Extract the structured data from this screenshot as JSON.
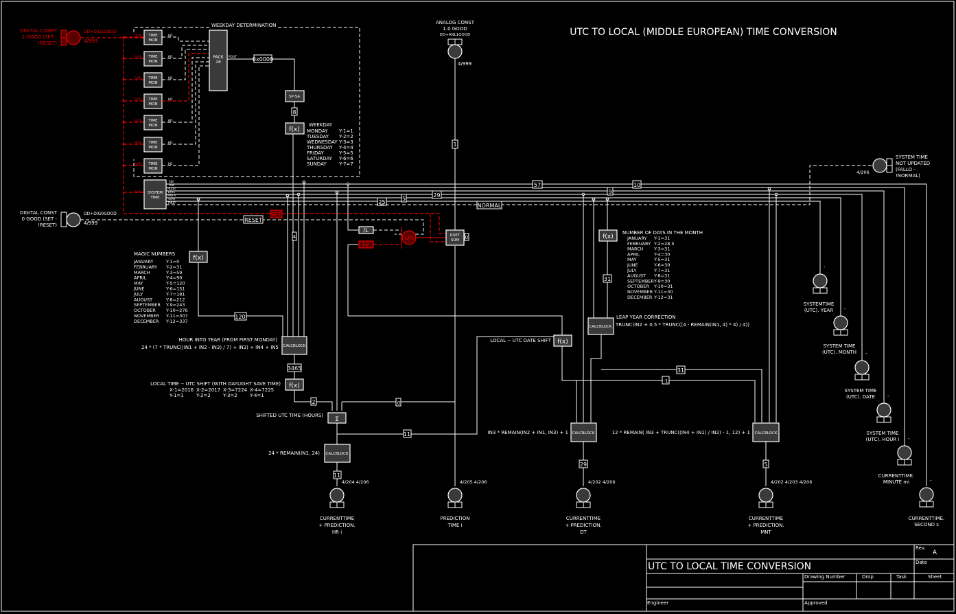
{
  "title": "UTC TO LOCAL (MIDDLE EUROPEAN) TIME CONVERSION",
  "colors": {
    "background": "#000000",
    "wire": "#ffffff",
    "alarm_red": "#ee0000",
    "block_fill": "#3a3a3a"
  },
  "weekday_group": {
    "label": "WEEKDAY DETERMINATION"
  },
  "inputs": {
    "digital_const_set": {
      "label_lines": [
        "DIGITAL CONST",
        "1 GOOD (SET -",
        "!RESET)"
      ],
      "tag": "DD+DIG1GOOD",
      "ref": "4/999"
    },
    "digital_const_reset": {
      "label_lines": [
        "DIGITAL CONST",
        "0 GOOD (SET -",
        "!RESET)"
      ],
      "tag": "DD+DIG0GOOD",
      "ref": "4/999"
    },
    "analog_const": {
      "label_lines": [
        "ANALOG CONST",
        "1.0 GOOD",
        "DD+ANL1GOOD"
      ],
      "ref": "4/999",
      "wire_value": "1"
    },
    "system_time_not_updated": {
      "label_lines": [
        "SYSTEM TIME",
        "NOT UPDATED",
        "(FALLO -",
        "!NORMAL)"
      ],
      "ref": "4/206"
    }
  },
  "time_mon_blocks": {
    "label_lines": [
      "TIME",
      "MON"
    ],
    "count": 7,
    "in_pin": "RUN",
    "out_pin": "HD"
  },
  "system_time_block": {
    "label_lines": [
      "SYSTEM",
      "TIME"
    ],
    "pins": [
      "SEC",
      "MIN",
      "HOUR",
      "DATE",
      "MNTH",
      "YEAR",
      "TMUP"
    ]
  },
  "pack_block": {
    "label_lines": [
      "PACK",
      "16"
    ],
    "out_pin": "POUT"
  },
  "hex_tag": "0x0008",
  "spsa_block": {
    "label": "SP-SA"
  },
  "weekday_tag": "8",
  "weekday_fx": {
    "block": "f(x)",
    "heading": "WEEKDAY",
    "rows": [
      {
        "name": "MONDAY",
        "map": "Y-1=1"
      },
      {
        "name": "TUESDAY",
        "map": "Y-2=2"
      },
      {
        "name": "WEDNESDAY",
        "map": "Y-3=3"
      },
      {
        "name": "THURSDAY",
        "map": "Y-4=4"
      },
      {
        "name": "FRIDAY",
        "map": "Y-5=5"
      },
      {
        "name": "SATURDAY",
        "map": "Y-6=6"
      },
      {
        "name": "SUNDAY",
        "map": "Y-7=7"
      }
    ]
  },
  "magic_numbers": {
    "block": "f(x)",
    "heading": "MAGIC NUMBERS",
    "rows": [
      {
        "name": "JANUARY",
        "map": "Y-1=0"
      },
      {
        "name": "FEBRUARY",
        "map": "Y-2=31"
      },
      {
        "name": "MARCH",
        "map": "Y-3=59"
      },
      {
        "name": "APRIL",
        "map": "Y-4=90"
      },
      {
        "name": "MAY",
        "map": "Y-5=120"
      },
      {
        "name": "JUNE",
        "map": "Y-6=151"
      },
      {
        "name": "JULY",
        "map": "Y-7=181"
      },
      {
        "name": "AUGUST",
        "map": "Y-8=212"
      },
      {
        "name": "SEPTEMBER",
        "map": "Y-9=243"
      },
      {
        "name": "OCTOBER",
        "map": "Y-10=276"
      },
      {
        "name": "NOVEMBER",
        "map": "Y-11=307"
      },
      {
        "name": "DECEMBER",
        "map": "Y-12=337"
      }
    ],
    "out_tag": "120"
  },
  "days_in_month": {
    "block": "f(x)",
    "heading": "NUMBER OF DAYS IN THE MONTH",
    "rows": [
      {
        "name": "JANUARY",
        "map": "Y-1=31"
      },
      {
        "name": "FEBRUARY",
        "map": "Y-2=28.5"
      },
      {
        "name": "MARCH",
        "map": "Y-3=31"
      },
      {
        "name": "APRIL",
        "map": "Y-4=30"
      },
      {
        "name": "MAY",
        "map": "Y-5=31"
      },
      {
        "name": "JUNE",
        "map": "Y-6=30"
      },
      {
        "name": "JULY",
        "map": "Y-7=31"
      },
      {
        "name": "AUGUST",
        "map": "Y-8=31"
      },
      {
        "name": "SEPTEMBER",
        "map": "Y-9=30"
      },
      {
        "name": "OCTOBER",
        "map": "Y-10=31"
      },
      {
        "name": "NOVEMBER",
        "map": "Y-11=30"
      },
      {
        "name": "DECEMBER",
        "map": "Y-12=31"
      }
    ],
    "out_tag": "31"
  },
  "bus_tags": {
    "t57": "57",
    "t29": "29",
    "t5": "5",
    "t25": "25",
    "t10": "10",
    "t9": "9",
    "t4": "4",
    "normal": "NORMAL"
  },
  "set_tag": "SET",
  "reset_tag": "RESET",
  "comparators": {
    "low": "/L",
    "high": "H/",
    "or_gate": "OR"
  },
  "reset_sum": {
    "label_lines": [
      "RSET",
      "SUM"
    ],
    "out_tag": "0"
  },
  "hour_into_year": {
    "heading": "HOUR INTO YEAR (FROM FIRST MONDAY)",
    "formula": "24 * (7 * TRUNC((IN1 + IN2 - IN3) / 7) + IN3) + IN4 + IN5",
    "block": "CALCBLOCK",
    "out_tag": "3465"
  },
  "dst_shift": {
    "heading": "LOCAL TIME -- UTC SHIFT (WITH DAYLIGHT SAVE TIME)",
    "x_row": [
      "X-1=2016",
      "X-2=2017",
      "X-3=7224",
      "X-4=7225"
    ],
    "y_row": [
      "Y-1=1",
      "Y-2=2",
      "Y-3=2",
      "Y-4=1"
    ],
    "block": "f(x)",
    "out_tag": "2"
  },
  "shifted_utc": {
    "label": "SHIFTED UTC TIME (HOURS)",
    "block": "Σ",
    "tag_right": "0",
    "tag_out": "11"
  },
  "hour_remain": {
    "formula": "24 * REMAIN(IN1, 24)",
    "block": "CALCBLOCK",
    "out_tag": "11"
  },
  "leap_year": {
    "heading": "LEAP YEAR CORRECTION",
    "formula": "TRUNC(IN2 + 0.5 * TRUNC((4 - REMAIN(IN1, 4) * 4) / 4))",
    "block": "CALCBLOCK"
  },
  "date_shift": {
    "label": "LOCAL -- UTC DATE SHIFT",
    "block": "f(x)",
    "tag_minus1": "-1",
    "tag_31": "31"
  },
  "date_calc": {
    "formula": "IN3 * REMAIN(IN2 + IN1, IN3) + 1",
    "block": "CALCBLOCK",
    "out_tag": "29"
  },
  "month_calc": {
    "formula": "12 * REMAIN( IN3 + TRUNC((IN4 + IN1) / IN2) - 1, 12) + 1",
    "block": "CALCBLOCK",
    "out_tag": "5"
  },
  "outputs": [
    {
      "label_lines": [
        "CURRENTTIME",
        "+ PREDICTION.",
        "HR i"
      ],
      "ref": "4/204 4/206"
    },
    {
      "label_lines": [
        "PREDICTION",
        "TIME i"
      ],
      "ref": "4/205 4/206"
    },
    {
      "label_lines": [
        "CURRENTTIME",
        "+ PREDICTION.",
        "DT"
      ],
      "ref": "4/202 4/206"
    },
    {
      "label_lines": [
        "CURRENTTIME",
        "+ PREDICTION.",
        "MNT"
      ],
      "ref": "4/202 4/203 4/206"
    }
  ],
  "system_outputs": [
    {
      "label_lines": [
        "SYSTEMTIME",
        "(UTC). YEAR"
      ],
      "mark": "-"
    },
    {
      "label_lines": [
        "SYSTEM TIME",
        "(UTC). MONTH"
      ],
      "mark": "-"
    },
    {
      "label_lines": [
        "SYSTEM TIME",
        "(UTC). DATE"
      ],
      "mark": "-"
    },
    {
      "label_lines": [
        "SYSTEM TIME",
        "(UTC). HOUR i"
      ],
      "mark": "-"
    },
    {
      "label_lines": [
        "CURRENTTIME.",
        "MINUTE mi"
      ],
      "mark": "-"
    },
    {
      "label_lines": [
        "CURRENTTIME.",
        "SECOND s"
      ],
      "mark": "-"
    }
  ],
  "title_block": {
    "drawing_title": "UTC TO LOCAL TIME CONVERSION",
    "rev_label": "Rev.",
    "rev_value": "A",
    "date_label": "Date",
    "drawing_number_label": "Drawing Number",
    "drop_label": "Drop",
    "task_label": "Task",
    "sheet_label": "Sheet",
    "engineer_label": "Engineer",
    "approved_label": "Approved"
  }
}
